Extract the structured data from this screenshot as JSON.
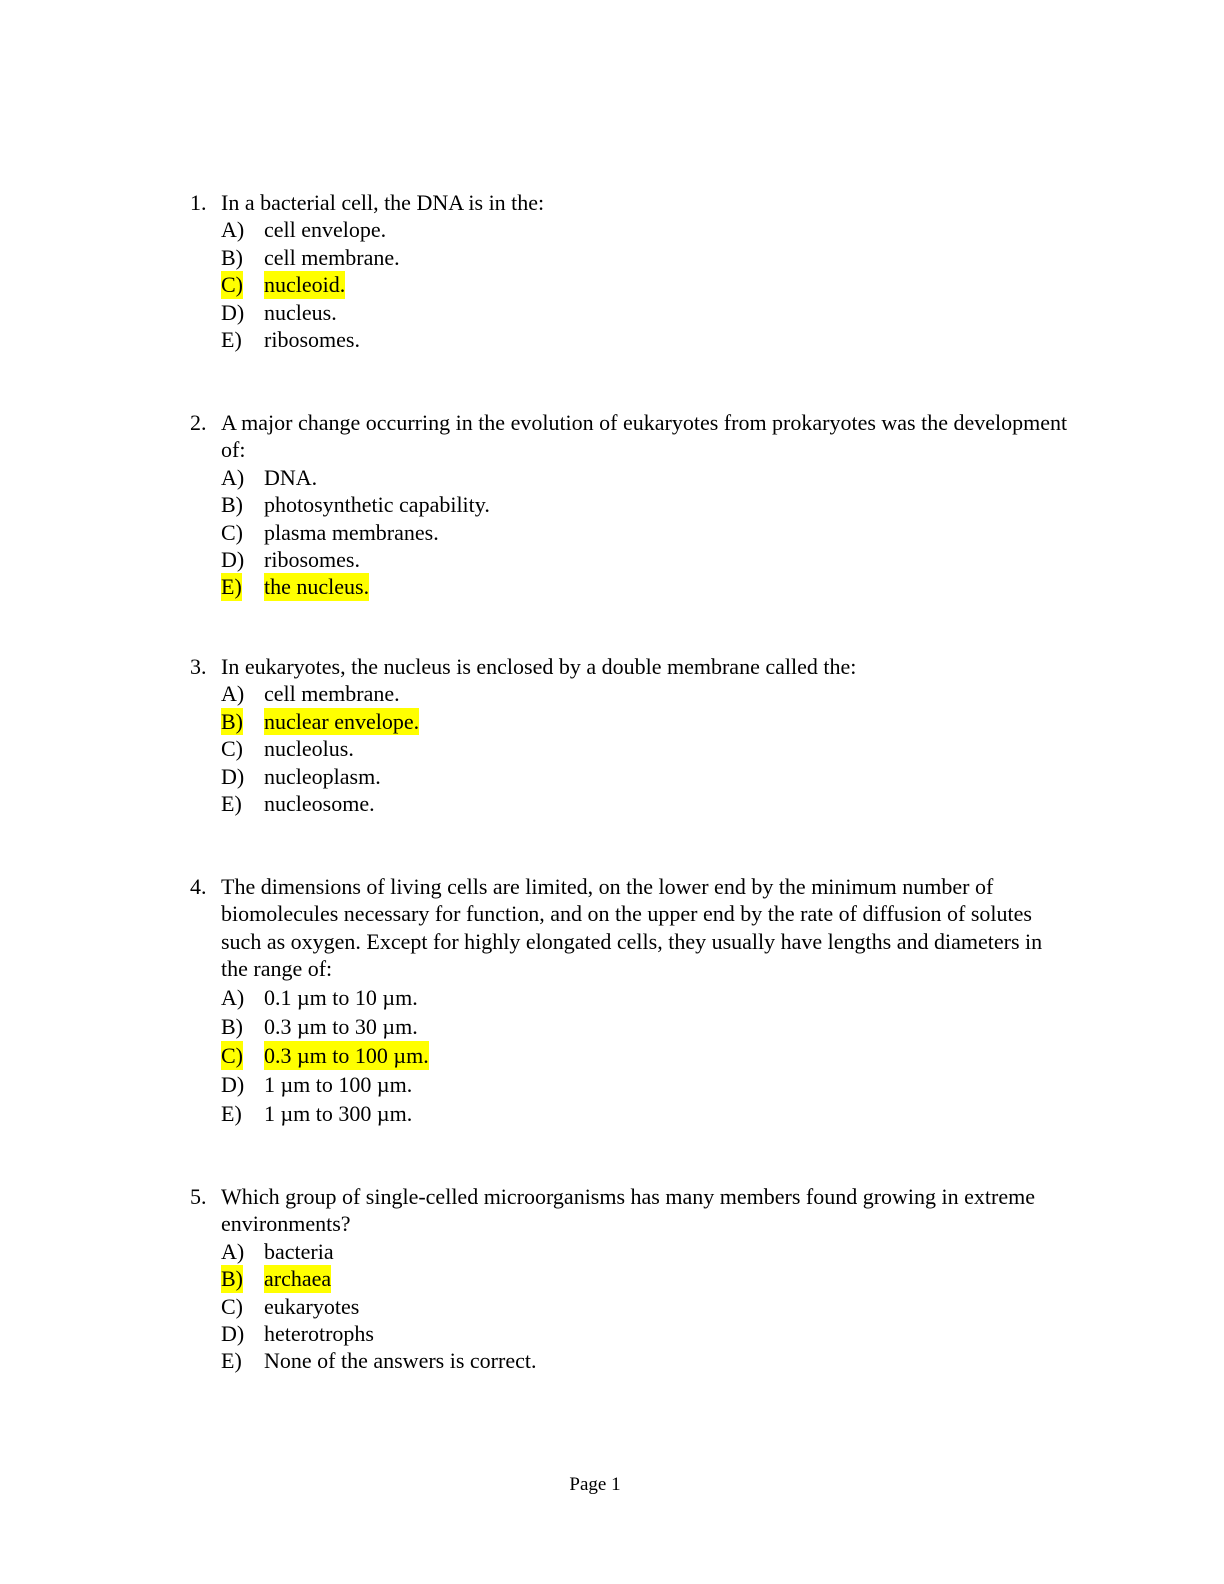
{
  "highlight_color": "#ffff00",
  "questions": [
    {
      "number": "1.",
      "stem": "In a bacterial cell, the DNA is in the:",
      "options": [
        {
          "letter": "A)",
          "text": "cell envelope.",
          "correct": false
        },
        {
          "letter": "B)",
          "text": "cell membrane.",
          "correct": false
        },
        {
          "letter": "C)",
          "text": "nucleoid.",
          "correct": true
        },
        {
          "letter": "D)",
          "text": "nucleus.",
          "correct": false
        },
        {
          "letter": "E)",
          "text": "ribosomes.",
          "correct": false
        }
      ]
    },
    {
      "number": "2.",
      "stem": "A major change occurring in the evolution of eukaryotes from prokaryotes was the development of:",
      "options": [
        {
          "letter": "A)",
          "text": "DNA.",
          "correct": false
        },
        {
          "letter": "B)",
          "text": "photosynthetic capability.",
          "correct": false
        },
        {
          "letter": "C)",
          "text": "plasma membranes.",
          "correct": false
        },
        {
          "letter": "D)",
          "text": "ribosomes.",
          "correct": false
        },
        {
          "letter": "E)",
          "text": "the nucleus.",
          "correct": true
        }
      ]
    },
    {
      "number": "3.",
      "stem": "In eukaryotes, the nucleus is enclosed by a double membrane called the:",
      "options": [
        {
          "letter": "A)",
          "text": "cell membrane.",
          "correct": false
        },
        {
          "letter": "B)",
          "text": "nuclear envelope.",
          "correct": true
        },
        {
          "letter": "C)",
          "text": "nucleolus.",
          "correct": false
        },
        {
          "letter": "D)",
          "text": "nucleoplasm.",
          "correct": false
        },
        {
          "letter": "E)",
          "text": "nucleosome.",
          "correct": false
        }
      ]
    },
    {
      "number": "4.",
      "stem": "The dimensions of living cells are limited, on the lower end by the minimum number of biomolecules necessary for function, and on the upper end by the rate of diffusion of solutes such as oxygen. Except for highly elongated cells, they usually have lengths and diameters in the range of:",
      "options": [
        {
          "letter": "A)",
          "text": "0.1 µm to 10 µm.",
          "correct": false
        },
        {
          "letter": "B)",
          "text": "0.3 µm to 30 µm.",
          "correct": false
        },
        {
          "letter": "C)",
          "text": "0.3 µm to 100 µm.",
          "correct": true
        },
        {
          "letter": "D)",
          "text": "1 µm to 100 µm.",
          "correct": false
        },
        {
          "letter": "E)",
          "text": "1 µm to 300 µm.",
          "correct": false
        }
      ]
    },
    {
      "number": "5.",
      "stem": "Which group of single-celled microorganisms has many members found growing in extreme environments?",
      "options": [
        {
          "letter": "A)",
          "text": "bacteria",
          "correct": false
        },
        {
          "letter": "B)",
          "text": "archaea",
          "correct": true
        },
        {
          "letter": "C)",
          "text": "eukaryotes",
          "correct": false
        },
        {
          "letter": "D)",
          "text": "heterotrophs",
          "correct": false
        },
        {
          "letter": "E)",
          "text": "None of the answers is correct.",
          "correct": false
        }
      ]
    }
  ],
  "footer": {
    "page_label": "Page 1"
  }
}
